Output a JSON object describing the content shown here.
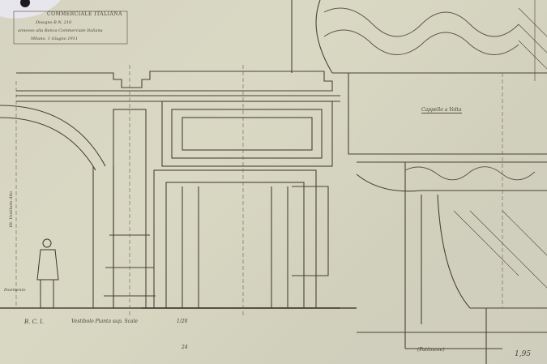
{
  "title_block": {
    "heading": "COMMERCIALE ITALIANA",
    "line1": "Disegno B N. 210",
    "line2": "annesso alla Banca Commerciale Italiana",
    "line3": "Milano, 1 Giugno 1911"
  },
  "caption": {
    "code": "B. C. I.",
    "text": "Vestibolo Pianta sup. Scale",
    "scale": "1/20"
  },
  "labels": {
    "cupola": "Cappello a Volta",
    "vertical": "Ht. Vestibolo Alto",
    "left_note": "Pavimento",
    "bottom_right": "(Pattinone)",
    "dimension": "1,95",
    "page_mark": "24"
  },
  "colors": {
    "paper": "#d6d4c2",
    "ink": "#4a4236"
  }
}
